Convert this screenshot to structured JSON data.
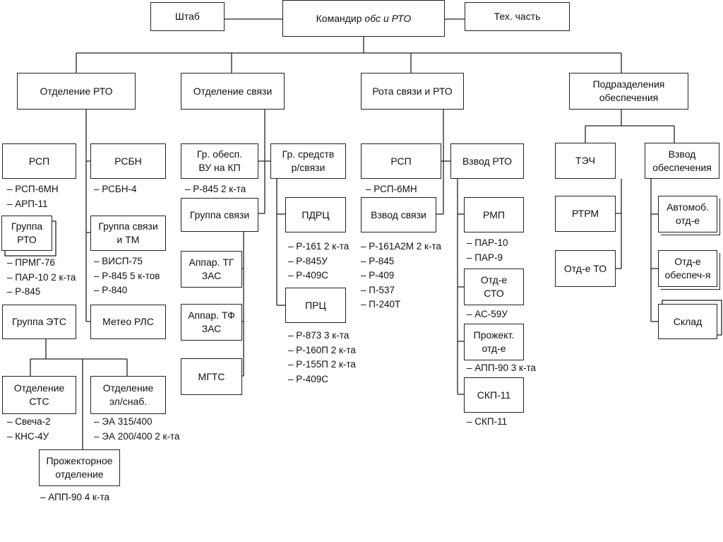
{
  "top": {
    "staff": "Штаб",
    "commander_prefix": "Командир ",
    "commander_italic": "обс и РТО",
    "tech": "Тех. часть"
  },
  "divisions": {
    "rto": "Отделение РТО",
    "comm": "Отделение связи",
    "company": "Рота связи и РТО",
    "support": "Подразделения\nобеспечения"
  },
  "rto": {
    "rsp": "РСП",
    "rsp_items": [
      "РСП-6МН",
      "АРП-11"
    ],
    "rsbn": "РСБН",
    "rsbn_items": [
      "РСБН-4"
    ],
    "group_rto": "Группа РТО",
    "group_rto_items": [
      "ПРМГ-76",
      "ПАР-10 2 к-та",
      "Р-845"
    ],
    "group_comm_tm": "Группа связи\nи ТМ",
    "group_comm_tm_items": [
      "ВИСП-75",
      "Р-845 5 к-тов",
      "Р-840"
    ],
    "group_ets": "Группа ЭТС",
    "meteo": "Метео РЛС",
    "sts": "Отделение\nСТС",
    "sts_items": [
      "Свеча-2",
      "КНС-4У"
    ],
    "power": "Отделение\nэл/снаб.",
    "power_items": [
      "ЭА 315/400",
      "ЭА 200/400  2 к-та"
    ],
    "searchlight": "Прожекторное\nотделение",
    "searchlight_items": [
      "АПП-90  4 к-та"
    ]
  },
  "comm": {
    "vu_kp": "Гр. обесп.\nВУ на КП",
    "vu_kp_items": [
      "Р-845 2 к-та"
    ],
    "radio_means": "Гр. средств\nр/связи",
    "comm_group": "Группа связи",
    "tg_zas": "Аппар. ТГ\nЗАС",
    "tf_zas": "Аппар. ТФ\nЗАС",
    "mgts": "МГТС",
    "pdrc": "ПДРЦ",
    "pdrc_items": [
      "Р-161  2 к-та",
      "Р-845У",
      "Р-409С"
    ],
    "prc": "ПРЦ",
    "prc_items": [
      "Р-873  3 к-та",
      "Р-160П 2 к-та",
      "Р-155П 2 к-та",
      "Р-409С"
    ]
  },
  "company": {
    "rsp": "РСП",
    "rsp_items": [
      "РСП-6МН"
    ],
    "platoon_comm": "Взвод связи",
    "platoon_comm_items": [
      "Р-161А2М  2 к-та",
      "Р-845",
      "Р-409",
      "П-537",
      "П-240Т"
    ],
    "platoon_rto": "Взвод РТО",
    "rmp": "РМП",
    "rmp_items": [
      "ПАР-10",
      "ПАР-9"
    ],
    "sto": "Отд-е\nСТО",
    "sto_items": [
      "АС-59У"
    ],
    "searchlight": "Прожект.\nотд-е",
    "searchlight_items": [
      "АПП-90  3 к-та"
    ],
    "skp": "СКП-11",
    "skp_items": [
      "СКП-11"
    ]
  },
  "support": {
    "tech": "ТЭЧ",
    "rtrm": "РТРМ",
    "to": "Отд-е ТО",
    "platoon": "Взвод\nобеспечения",
    "auto": "Автомоб.\nотд-е",
    "supply": "Отд-е\nобеспеч-я",
    "store": "Склад"
  }
}
